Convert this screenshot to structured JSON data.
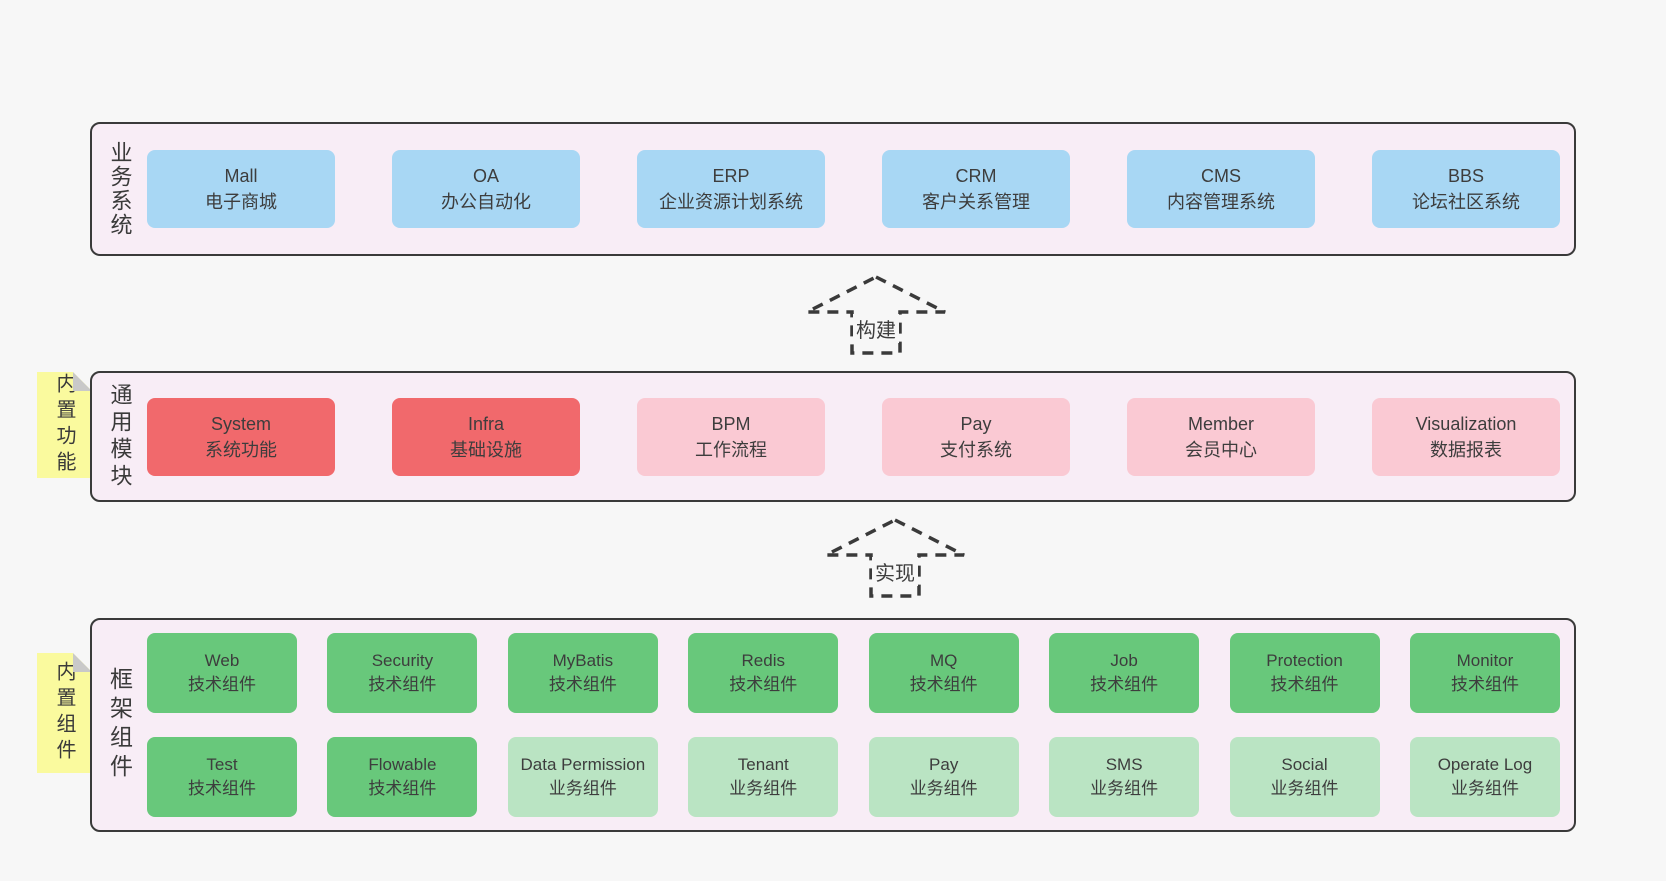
{
  "colors": {
    "page_background": "#f7f7f7",
    "container_background": "#f8edf6",
    "container_border": "#3a3a3a",
    "box_blue": "#a8d7f4",
    "box_red": "#f1696c",
    "box_pink": "#fac9d3",
    "box_green": "#68c87b",
    "box_light_green": "#bae4c3",
    "note_yellow": "#fafa9e",
    "note_fold_gray": "#c9c9c9",
    "text": "#3d3d3d"
  },
  "layers": [
    {
      "id": "business-systems",
      "label": "业务系统",
      "boxes": [
        {
          "name": "Mall",
          "desc": "电子商城",
          "variant": "blue"
        },
        {
          "name": "OA",
          "desc": "办公自动化",
          "variant": "blue"
        },
        {
          "name": "ERP",
          "desc": "企业资源计划系统",
          "variant": "blue"
        },
        {
          "name": "CRM",
          "desc": "客户关系管理",
          "variant": "blue"
        },
        {
          "name": "CMS",
          "desc": "内容管理系统",
          "variant": "blue"
        },
        {
          "name": "BBS",
          "desc": "论坛社区系统",
          "variant": "blue"
        }
      ]
    },
    {
      "id": "common-modules",
      "label": "通用模块",
      "note": "内置功能",
      "boxes": [
        {
          "name": "System",
          "desc": "系统功能",
          "variant": "red"
        },
        {
          "name": "Infra",
          "desc": "基础设施",
          "variant": "red"
        },
        {
          "name": "BPM",
          "desc": "工作流程",
          "variant": "pink"
        },
        {
          "name": "Pay",
          "desc": "支付系统",
          "variant": "pink"
        },
        {
          "name": "Member",
          "desc": "会员中心",
          "variant": "pink"
        },
        {
          "name": "Visualization",
          "desc": "数据报表",
          "variant": "pink"
        }
      ]
    },
    {
      "id": "framework-components",
      "label": "框架组件",
      "note": "内置组件",
      "rows": [
        [
          {
            "name": "Web",
            "desc": "技术组件",
            "variant": "green"
          },
          {
            "name": "Security",
            "desc": "技术组件",
            "variant": "green"
          },
          {
            "name": "MyBatis",
            "desc": "技术组件",
            "variant": "green"
          },
          {
            "name": "Redis",
            "desc": "技术组件",
            "variant": "green"
          },
          {
            "name": "MQ",
            "desc": "技术组件",
            "variant": "green"
          },
          {
            "name": "Job",
            "desc": "技术组件",
            "variant": "green"
          },
          {
            "name": "Protection",
            "desc": "技术组件",
            "variant": "green"
          },
          {
            "name": "Monitor",
            "desc": "技术组件",
            "variant": "green"
          }
        ],
        [
          {
            "name": "Test",
            "desc": "技术组件",
            "variant": "green"
          },
          {
            "name": "Flowable",
            "desc": "技术组件",
            "variant": "green"
          },
          {
            "name": "Data Permission",
            "desc": "业务组件",
            "variant": "lightgreen"
          },
          {
            "name": "Tenant",
            "desc": "业务组件",
            "variant": "lightgreen"
          },
          {
            "name": "Pay",
            "desc": "业务组件",
            "variant": "lightgreen"
          },
          {
            "name": "SMS",
            "desc": "业务组件",
            "variant": "lightgreen"
          },
          {
            "name": "Social",
            "desc": "业务组件",
            "variant": "lightgreen"
          },
          {
            "name": "Operate Log",
            "desc": "业务组件",
            "variant": "lightgreen"
          }
        ]
      ]
    }
  ],
  "arrows": [
    {
      "label": "构建"
    },
    {
      "label": "实现"
    }
  ]
}
